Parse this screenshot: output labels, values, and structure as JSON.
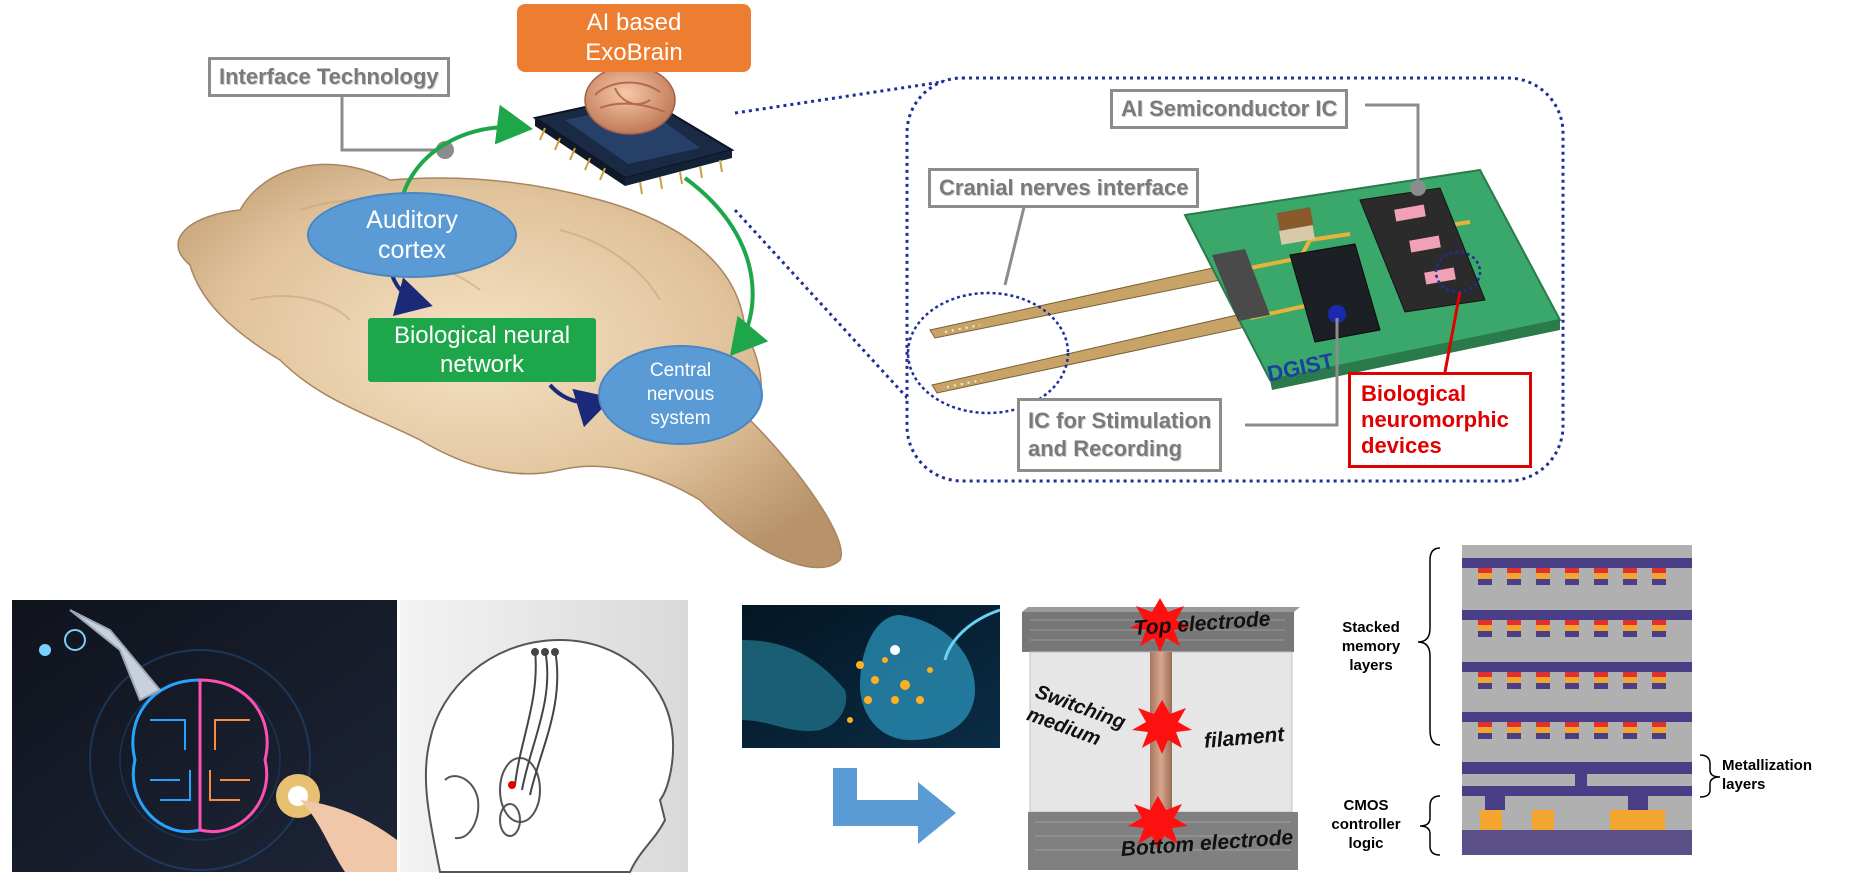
{
  "labels": {
    "exobrain_line1": "AI based",
    "exobrain_line2": "ExoBrain",
    "interface_technology": "Interface Technology",
    "auditory_cortex_line1": "Auditory",
    "auditory_cortex_line2": "cortex",
    "biological_neural_network_line1": "Biological neural",
    "biological_neural_network_line2": "network",
    "central_nervous_system_line1": "Central",
    "central_nervous_system_line2": "nervous",
    "central_nervous_system_line3": "system",
    "ai_semiconductor_ic": "AI Semiconductor IC",
    "cranial_nerves_interface": "Cranial nerves interface",
    "ic_stim_line1": "IC for Stimulation",
    "ic_stim_line2": "and Recording",
    "bio_neuro_line1": "Biological",
    "bio_neuro_line2": "neuromorphic",
    "bio_neuro_line3": "devices",
    "dgist": "DGIST",
    "top_electrode": "Top electrode",
    "bottom_electrode": "Bottom electrode",
    "switching_line1": "Switching",
    "switching_line2": "medium",
    "filament": "filament",
    "stacked_line1": "Stacked",
    "stacked_line2": "memory",
    "stacked_line3": "layers",
    "cmos_line1": "CMOS",
    "cmos_line2": "controller",
    "cmos_line3": "logic",
    "metal_line1": "Metallization",
    "metal_line2": "layers"
  },
  "colors": {
    "orange": "#ed7d31",
    "blue": "#5b9bd5",
    "green": "#1ea64a",
    "red": "#e00000",
    "pcb_green": "#3aa86a",
    "gray_border": "#8c8c8c",
    "dotted_navy": "#1f2f9a",
    "memory_purple": "#4a3f86",
    "memory_gray": "#b0b0b0",
    "memory_orange": "#f2a630"
  }
}
